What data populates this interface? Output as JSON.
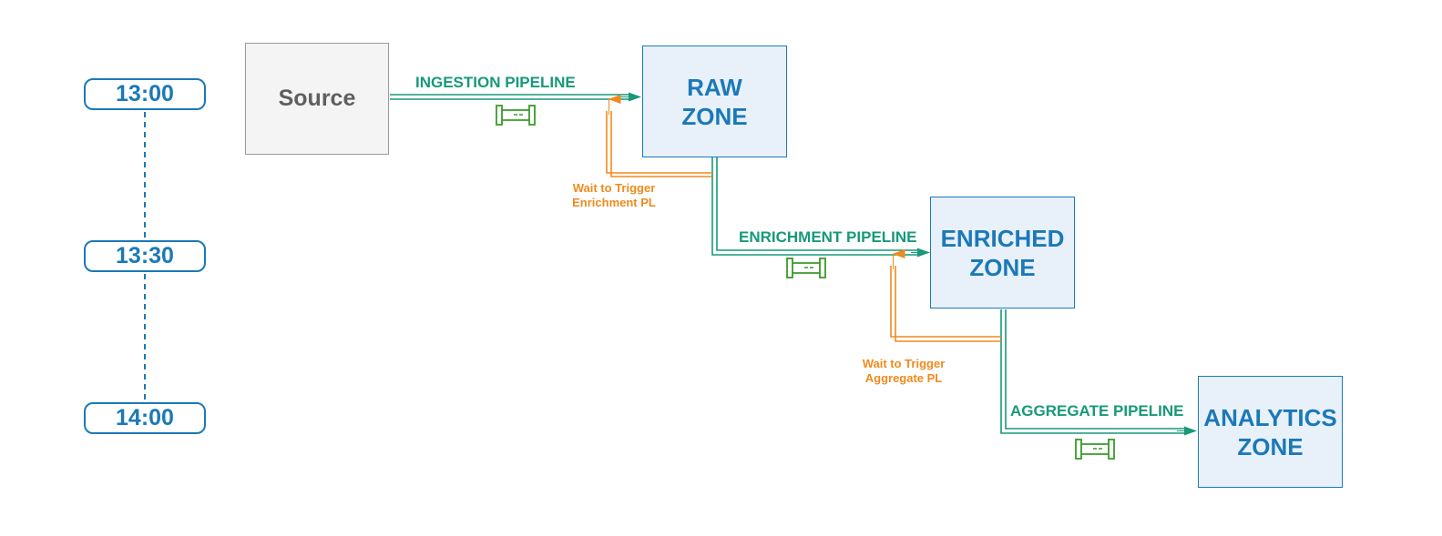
{
  "timeline": {
    "times": [
      "13:00",
      "13:30",
      "14:00"
    ]
  },
  "source": {
    "label": "Source"
  },
  "zones": {
    "raw": {
      "line1": "RAW",
      "line2": "ZONE"
    },
    "enriched": {
      "line1": "ENRICHED",
      "line2": "ZONE"
    },
    "analytics": {
      "line1": "ANALYTICS",
      "line2": "ZONE"
    }
  },
  "pipelines": {
    "ingestion": "INGESTION PIPELINE",
    "enrichment": "ENRICHMENT PIPELINE",
    "aggregate": "AGGREGATE PIPELINE"
  },
  "triggers": {
    "enrichment": {
      "line1": "Wait to Trigger",
      "line2": "Enrichment PL"
    },
    "aggregate": {
      "line1": "Wait to Trigger",
      "line2": "Aggregate PL"
    }
  },
  "colors": {
    "zone_text": "#1b79b8",
    "zone_fill": "#e8f1f9",
    "pipeline": "#17997a",
    "trigger": "#f08a1e",
    "pipe_icon": "#3a9a2a",
    "source_text": "#5f5f5f"
  },
  "icons": {
    "pipeline_icon": "pipe-icon"
  }
}
